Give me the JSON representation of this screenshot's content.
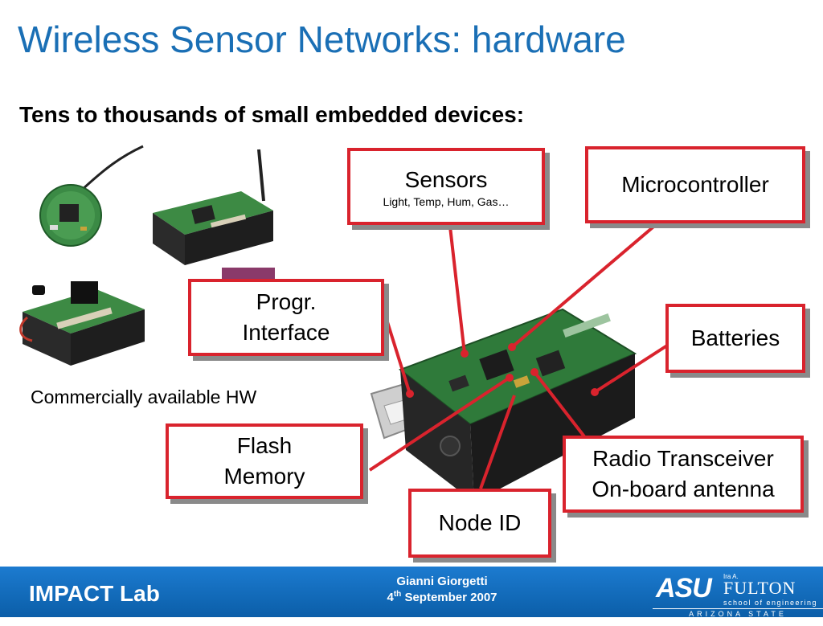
{
  "slide": {
    "title": "Wireless Sensor Networks: hardware",
    "subtitle": "Tens to thousands of small embedded devices:",
    "caption": "Commercially available HW"
  },
  "callouts": {
    "sensors": {
      "title": "Sensors",
      "detail": "Light, Temp, Hum, Gas…"
    },
    "microcontroller": {
      "label": "Microcontroller"
    },
    "progr_interface": {
      "line1": "Progr.",
      "line2": "Interface"
    },
    "batteries": {
      "label": "Batteries"
    },
    "flash_memory": {
      "line1": "Flash",
      "line2": "Memory"
    },
    "radio": {
      "line1": "Radio Transceiver",
      "line2": "On-board antenna"
    },
    "node_id": {
      "label": "Node ID"
    }
  },
  "footer": {
    "lab": "IMPACT Lab",
    "author": "Gianni Giorgetti",
    "date_day": "4",
    "date_suffix": "th",
    "date_rest": " September 2007",
    "logo": {
      "mark": "ASU",
      "ira": "Ira A.",
      "fulton": "FULTON",
      "school": "school of engineering",
      "university": "ARIZONA STATE UNIVERSITY"
    }
  },
  "colors": {
    "title": "#1a6fb5",
    "callout_border": "#d9232d",
    "connector": "#d9232d",
    "footer": "#0b5ea8",
    "board_green": "#2f7a3a"
  },
  "icons": [
    "sensor-node-photo",
    "telos-mote-photo",
    "usb-connector"
  ]
}
